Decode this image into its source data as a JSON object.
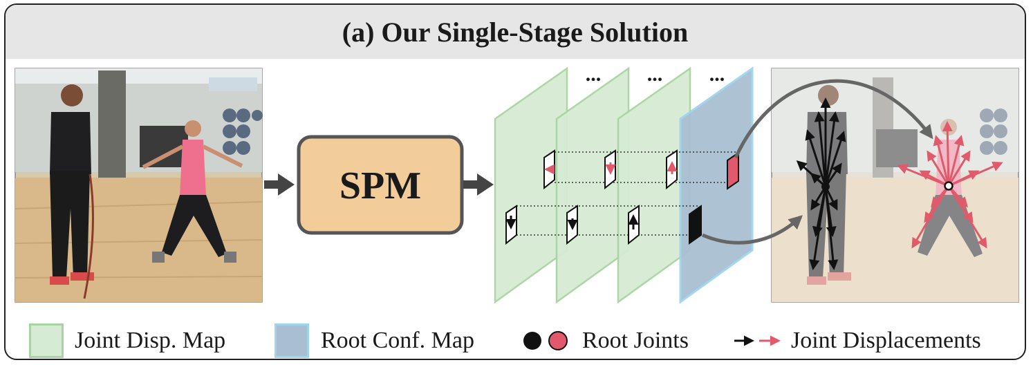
{
  "title": "(a) Our Single-Stage Solution",
  "spm_label": "SPM",
  "ellipsis": [
    "...",
    "...",
    "..."
  ],
  "legend": {
    "joint_disp_map": "Joint Disp. Map",
    "root_conf_map": "Root Conf. Map",
    "root_joints": "Root Joints",
    "joint_displacements": "Joint Displacements"
  },
  "colors": {
    "green_map_fill": "#d6ebd3",
    "green_map_border": "#a9d3a2",
    "blue_map_fill": "#a9bfd1",
    "blue_map_border": "#9fd4ef",
    "spm_fill": "#f2cd9a",
    "spm_border": "#555555",
    "red_accent": "#e05a6b",
    "black_accent": "#111111"
  },
  "icons": {
    "input_photo": "gym-photo-two-people",
    "output_photo": "gym-photo-with-pose-overlay"
  }
}
